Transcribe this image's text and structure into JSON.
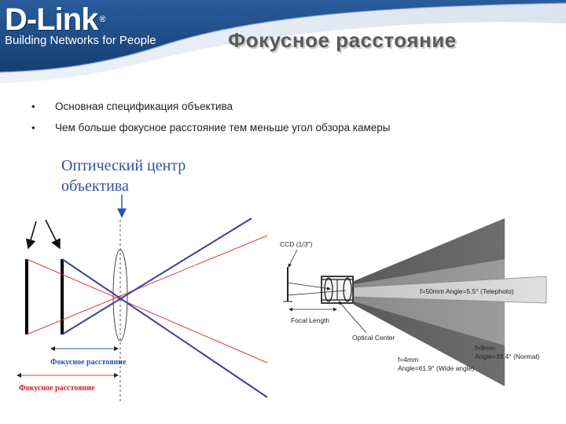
{
  "brand": {
    "name": "D-Link",
    "registered_mark": "®",
    "tagline": "Building Networks for People"
  },
  "slide": {
    "title": "Фокусное расстояние"
  },
  "bullets": [
    "Основная спецификация объектива",
    "Чем больше фокусное расстояние тем меньше угол обзора камеры"
  ],
  "bullet_symbol": "•",
  "left_diagram": {
    "optical_center_label": "Оптический центр объектива",
    "focal_short_label": "Фокусное расстояние",
    "focal_long_label": "Фокусное расстояние"
  },
  "right_diagram": {
    "ccd_label": "CCD (1/3\")",
    "focal_length_label": "Focal Length",
    "optical_center_label": "Optical Center",
    "tele_label": "f=50mm Angle=5.5° (Telephoto)",
    "normal_label_1": "f=8mm",
    "normal_label_2": "Angle=33.4° (Normal)",
    "wide_label_1": "f=4mm",
    "wide_label_2": "Angle=61.9° (Wide angle)"
  },
  "colors": {
    "header_blue": "#1f4f8e",
    "header_light": "#dde6f0",
    "title_gray": "#5a5a5a",
    "blue_line": "#3d3fa0",
    "red_line": "#e23a3a",
    "label_blue": "#3152a3"
  }
}
